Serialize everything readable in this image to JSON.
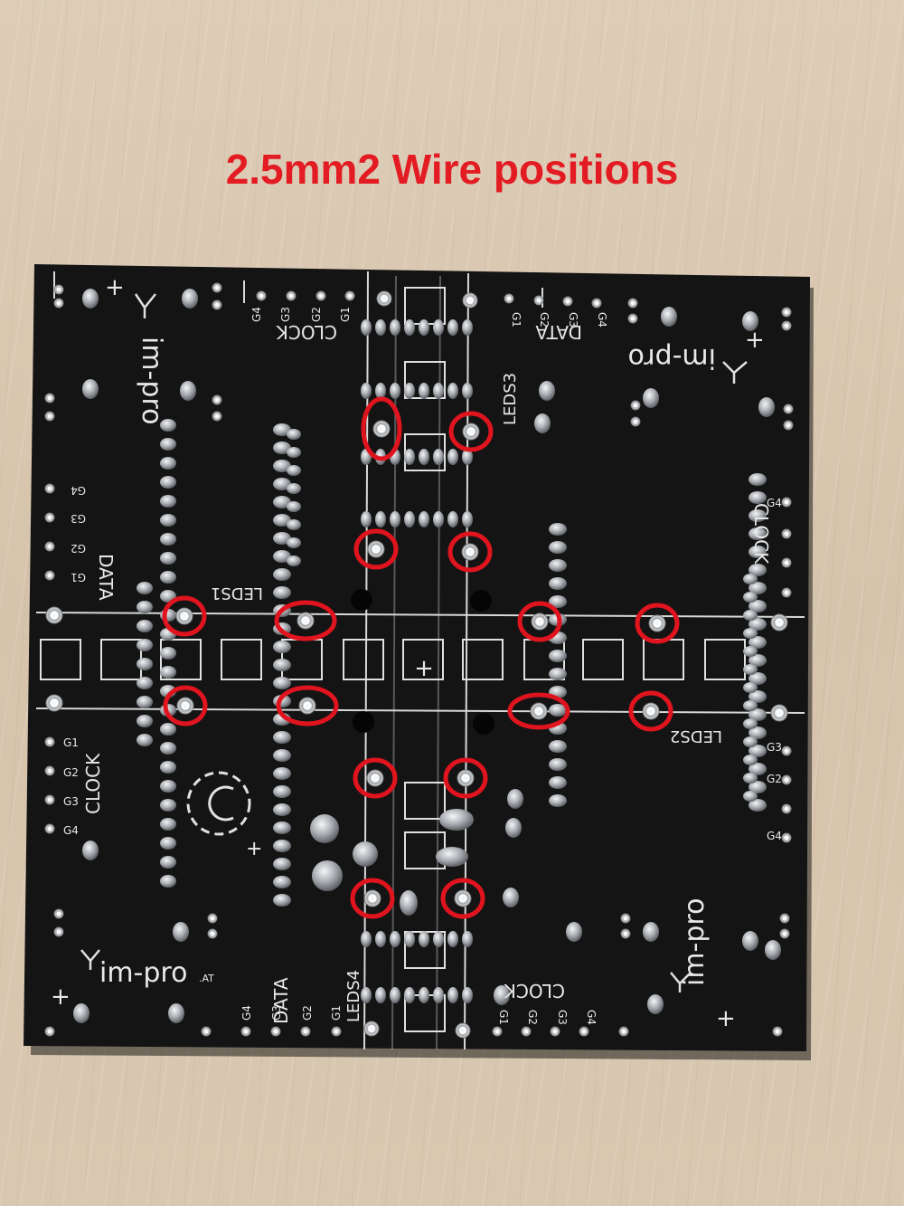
{
  "caption": {
    "text": "2.5mm2 Wire positions",
    "color": "#e31b23"
  },
  "colors": {
    "board": "#141414",
    "silkscreen": "#e8e8e8",
    "solder": "#b9bcc0",
    "marker": "#e0141e",
    "table": "#d9c8b2"
  },
  "silkscreen": {
    "brand": "im-pro",
    "brand_suffix": ".AT",
    "clock": "CLOCK",
    "data": "DATA",
    "leds1": "LEDS1",
    "leds2": "LEDS2",
    "leds3": "LEDS3",
    "leds4": "LEDS4",
    "g1": "G1",
    "g2": "G2",
    "g3": "G3",
    "g4": "G4",
    "plus": "+"
  },
  "icons": [
    "logo-icon",
    "gear-magnet-icon",
    "plus-icon"
  ],
  "markers": {
    "count": 16
  }
}
